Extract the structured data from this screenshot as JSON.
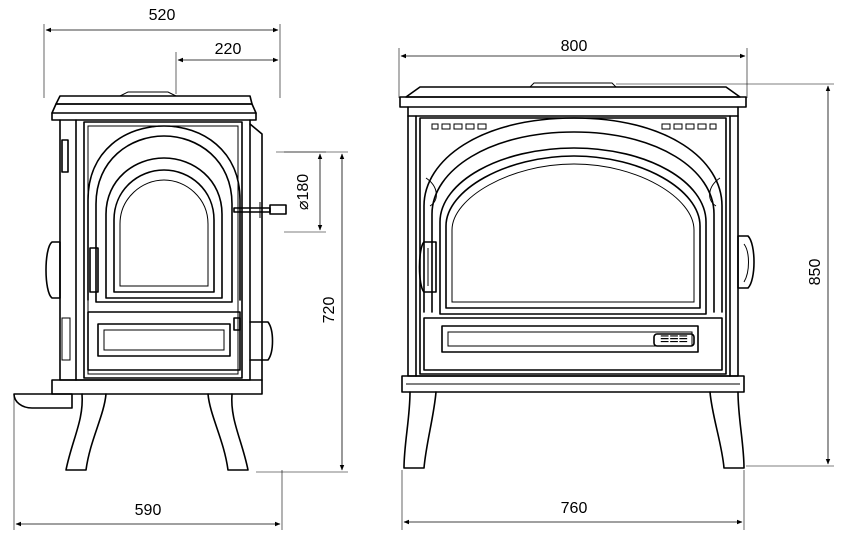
{
  "dimensions": {
    "side_depth": "520",
    "flue_offset": "220",
    "flue_diameter": "⌀180",
    "flue_height": "720",
    "side_footprint": "590",
    "front_width_top": "800",
    "front_height": "850",
    "front_width_base": "760"
  },
  "colors": {
    "line": "#000000",
    "background": "#ffffff"
  }
}
